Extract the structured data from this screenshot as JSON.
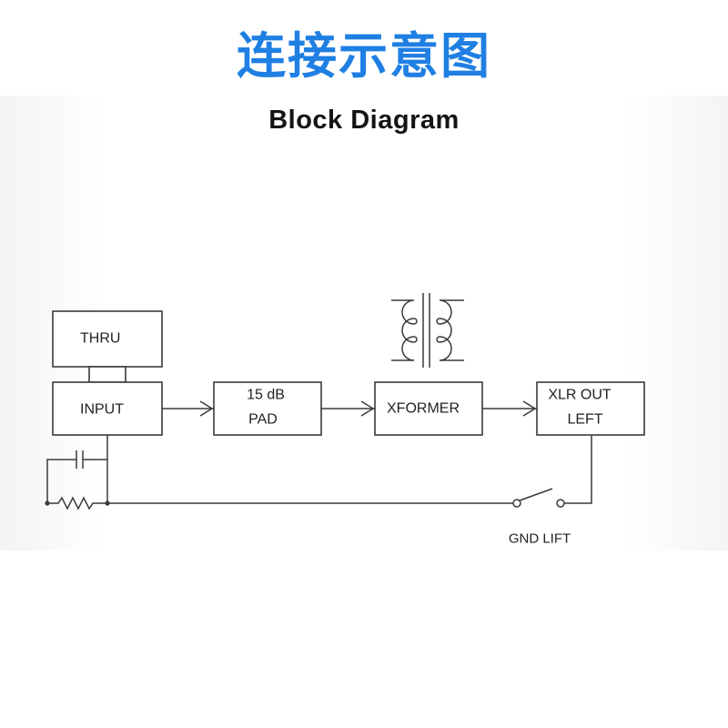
{
  "title": "连接示意图",
  "subtitle": "Block Diagram",
  "colors": {
    "title": "#1f7fe3",
    "subtitle": "#141414",
    "line": "#3a3a3a"
  },
  "blocks": {
    "thru": {
      "label": "THRU"
    },
    "input": {
      "label": "INPUT"
    },
    "pad": {
      "line1": "15 dB",
      "line2": "PAD"
    },
    "xformer": {
      "label": "XFORMER"
    },
    "xlr_out": {
      "line1": "XLR OUT",
      "line2": "LEFT"
    }
  },
  "labels": {
    "gnd_lift": "GND LIFT"
  },
  "icons": {
    "transformer": "transformer-icon",
    "capacitor": "capacitor-icon",
    "resistor": "resistor-icon",
    "switch": "switch-icon",
    "arrow": "arrow-right-icon"
  }
}
